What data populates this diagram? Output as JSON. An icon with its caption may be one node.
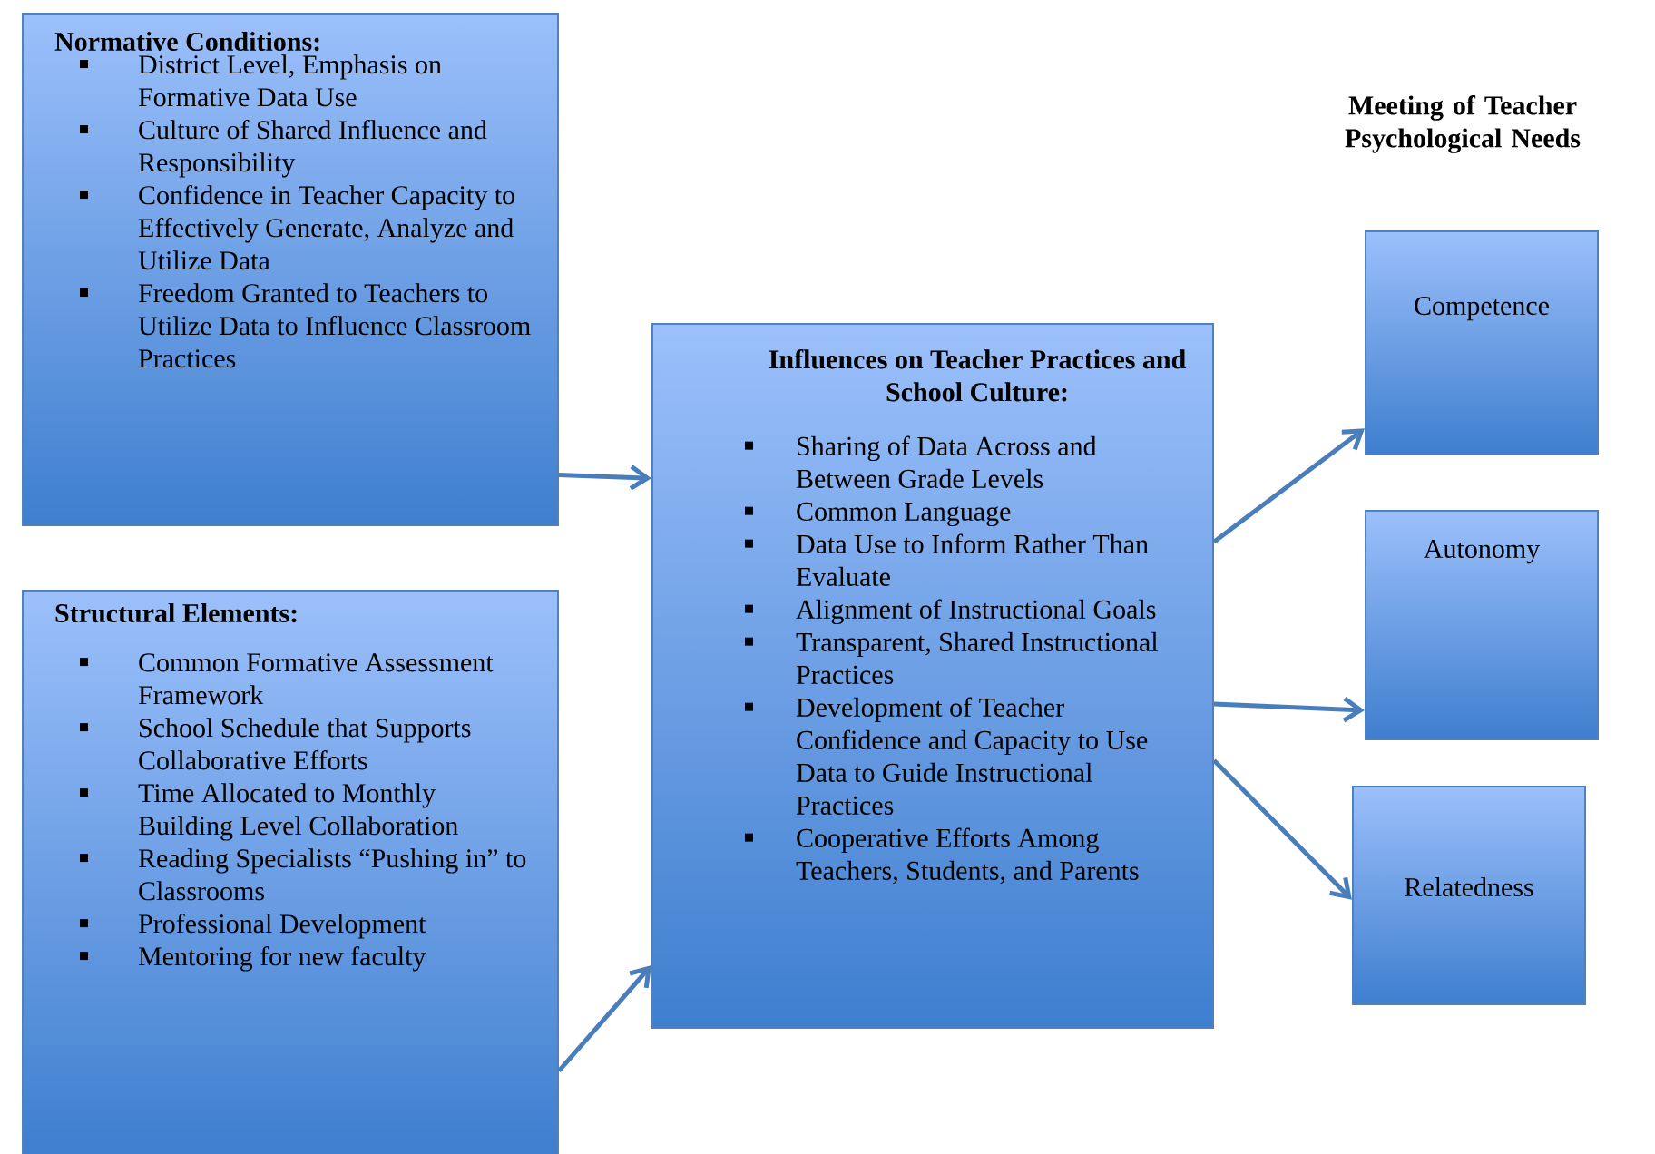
{
  "diagram": {
    "nodes": [
      {
        "text": [
          "Normative Conditions:",
          "District Level, Emphasis on Formative Data Use",
          "Culture of Shared Influence and Responsibility",
          "Confidence in Teacher Capacity to Effectively Generate, Analyze and Utilize Data",
          "Freedom Granted to Teachers to Utilize Data to Influence Classroom Practices"
        ]
      },
      {
        "text": [
          "Structural Elements:",
          "Common Formative Assessment Framework",
          "School Schedule that Supports Collaborative Efforts",
          "Time Allocated to Monthly Building Level Collaboration",
          "Reading Specialists “Pushing in” to Classrooms",
          "Professional Development",
          "Mentoring for new faculty"
        ]
      },
      {
        "text": [
          "Influences on Teacher Practices and School Culture:",
          "Sharing of Data Across and Between Grade Levels",
          "Common Language",
          "Data Use to Inform Rather Than Evaluate",
          "Alignment of Instructional Goals",
          "Transparent, Shared Instructional Practices",
          "Development of Teacher Confidence and Capacity to Use Data to Guide Instructional Practices",
          "Cooperative Efforts Among Teachers, Students, and Parents"
        ]
      },
      {
        "text": [
          "Competence"
        ]
      },
      {
        "text": [
          "Autonomy"
        ]
      },
      {
        "text": [
          "Relatedness"
        ]
      }
    ],
    "edges": [
      {
        "from": 0,
        "to": 2,
        "arrow": "to"
      },
      {
        "from": 1,
        "to": 2,
        "arrow": "to"
      },
      {
        "from": 2,
        "to": 3,
        "arrow": "to"
      },
      {
        "from": 2,
        "to": 4,
        "arrow": "to"
      },
      {
        "from": 2,
        "to": 5,
        "arrow": "to"
      }
    ],
    "labels": [
      "Meeting of Teacher Psychological Needs"
    ]
  }
}
